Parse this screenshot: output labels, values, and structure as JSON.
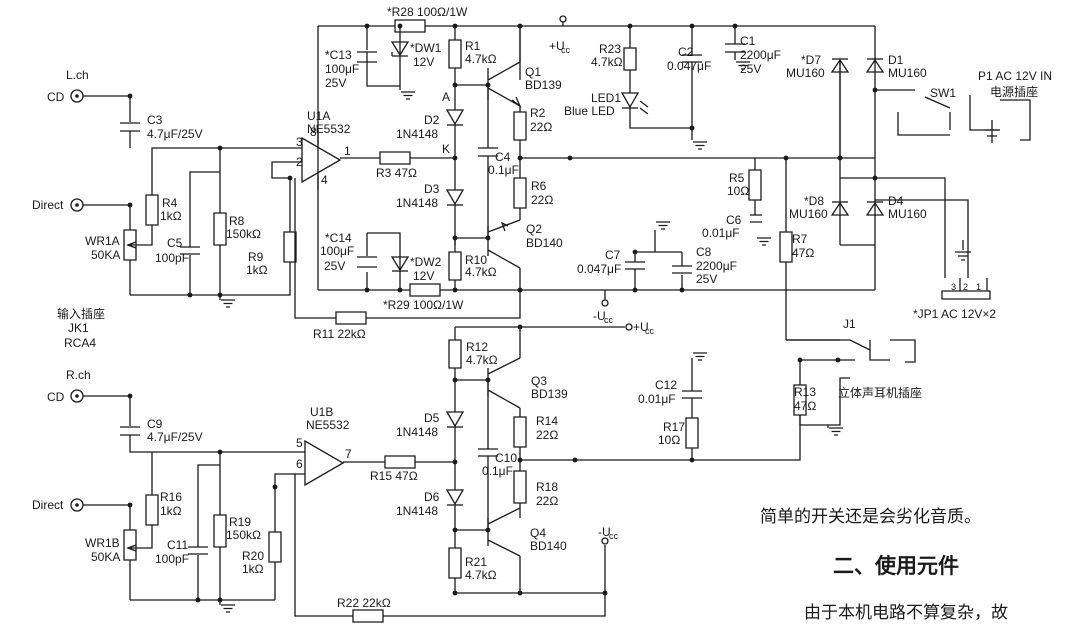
{
  "labels": {
    "r28": "*R28  100Ω/1W",
    "r29": "*R29  100Ω/1W",
    "ucc_pos": "+U",
    "ucc_neg": "-U",
    "ucc_sub": "cc",
    "c13": [
      "*C13",
      "100μF",
      "25V"
    ],
    "dw1": [
      "*DW1",
      "12V"
    ],
    "r1": [
      "R1",
      "4.7kΩ"
    ],
    "q1": [
      "Q1",
      "BD139"
    ],
    "r23": [
      "R23",
      "4.7kΩ"
    ],
    "c2": [
      "C2",
      "0.047μF"
    ],
    "c1": [
      "C1",
      "2200μF",
      "25V"
    ],
    "d7": [
      "*D7",
      "MU160"
    ],
    "d1": [
      "D1",
      "MU160"
    ],
    "p1": [
      "P1  AC 12V IN",
      "电源插座"
    ],
    "sw1": "SW1",
    "led1": [
      "LED1",
      "Blue LED"
    ],
    "lch": "L.ch",
    "cd": "CD",
    "direct": "Direct",
    "c3": [
      "C3",
      "4.7μF/25V"
    ],
    "u1a": [
      "U1A",
      "NE5532"
    ],
    "pin_a": [
      "3",
      "2",
      "8",
      "4",
      "1"
    ],
    "anode": "A",
    "cathode": "K",
    "d2": [
      "D2",
      "1N4148"
    ],
    "r2": [
      "R2",
      "22Ω"
    ],
    "c4": [
      "C4",
      "0.1μF"
    ],
    "r3": "R3  47Ω",
    "r4": [
      "R4",
      "1kΩ"
    ],
    "r8": [
      "R8",
      "150kΩ"
    ],
    "c5": [
      "C5",
      "100pF"
    ],
    "r9": [
      "R9",
      "1kΩ"
    ],
    "wr1a": [
      "WR1A",
      "50KA"
    ],
    "d3": [
      "D3",
      "1N4148"
    ],
    "r6": [
      "R6",
      "22Ω"
    ],
    "r5": [
      "R5",
      "10Ω"
    ],
    "c6": [
      "C6",
      "0.01μF"
    ],
    "d8": [
      "*D8",
      "MU160"
    ],
    "d4": [
      "D4",
      "MU160"
    ],
    "c14": [
      "*C14",
      "100μF",
      "25V"
    ],
    "dw2": [
      "*DW2",
      "12V"
    ],
    "r10": [
      "R10",
      "4.7kΩ"
    ],
    "q2": [
      "Q2",
      "BD140"
    ],
    "c7": [
      "C7",
      "0.047μF"
    ],
    "c8": [
      "C8",
      "2200μF",
      "25V"
    ],
    "r7": [
      "R7",
      "47Ω"
    ],
    "jp1": "*JP1  AC 12V×2",
    "jp1_pins": [
      "3",
      "2",
      "1"
    ],
    "jk1": [
      "输入插座",
      "JK1",
      "RCA4"
    ],
    "r11": "R11  22kΩ",
    "j1": "J1",
    "headphone": "立体声耳机插座",
    "r12": [
      "R12",
      "4.7kΩ"
    ],
    "q3": [
      "Q3",
      "BD139"
    ],
    "c12": [
      "C12",
      "0.01μF"
    ],
    "r13": [
      "R13",
      "47Ω"
    ],
    "rch": "R.ch",
    "c9": [
      "C9",
      "4.7μF/25V"
    ],
    "u1b": [
      "U1B",
      "NE5532"
    ],
    "pin_b": [
      "5",
      "6",
      "7"
    ],
    "d5": [
      "D5",
      "1N4148"
    ],
    "r14": [
      "R14",
      "22Ω"
    ],
    "r17": [
      "R17",
      "10Ω"
    ],
    "c10": [
      "C10",
      "0.1μF"
    ],
    "r15": "R15  47Ω",
    "r16": [
      "R16",
      "1kΩ"
    ],
    "r19": [
      "R19",
      "150kΩ"
    ],
    "c11": [
      "C11",
      "100pF"
    ],
    "r20": [
      "R20",
      "1kΩ"
    ],
    "wr1b": [
      "WR1B",
      "50KA"
    ],
    "d6": [
      "D6",
      "1N4148"
    ],
    "r18": [
      "R18",
      "22Ω"
    ],
    "q4": [
      "Q4",
      "BD140"
    ],
    "r21": [
      "R21",
      "4.7kΩ"
    ],
    "r22": "R22  22kΩ"
  },
  "article": {
    "line1": "简单的开关还是会劣化音质。",
    "heading": "二、使用元件",
    "line2": "由于本机电路不算复杂，故"
  }
}
